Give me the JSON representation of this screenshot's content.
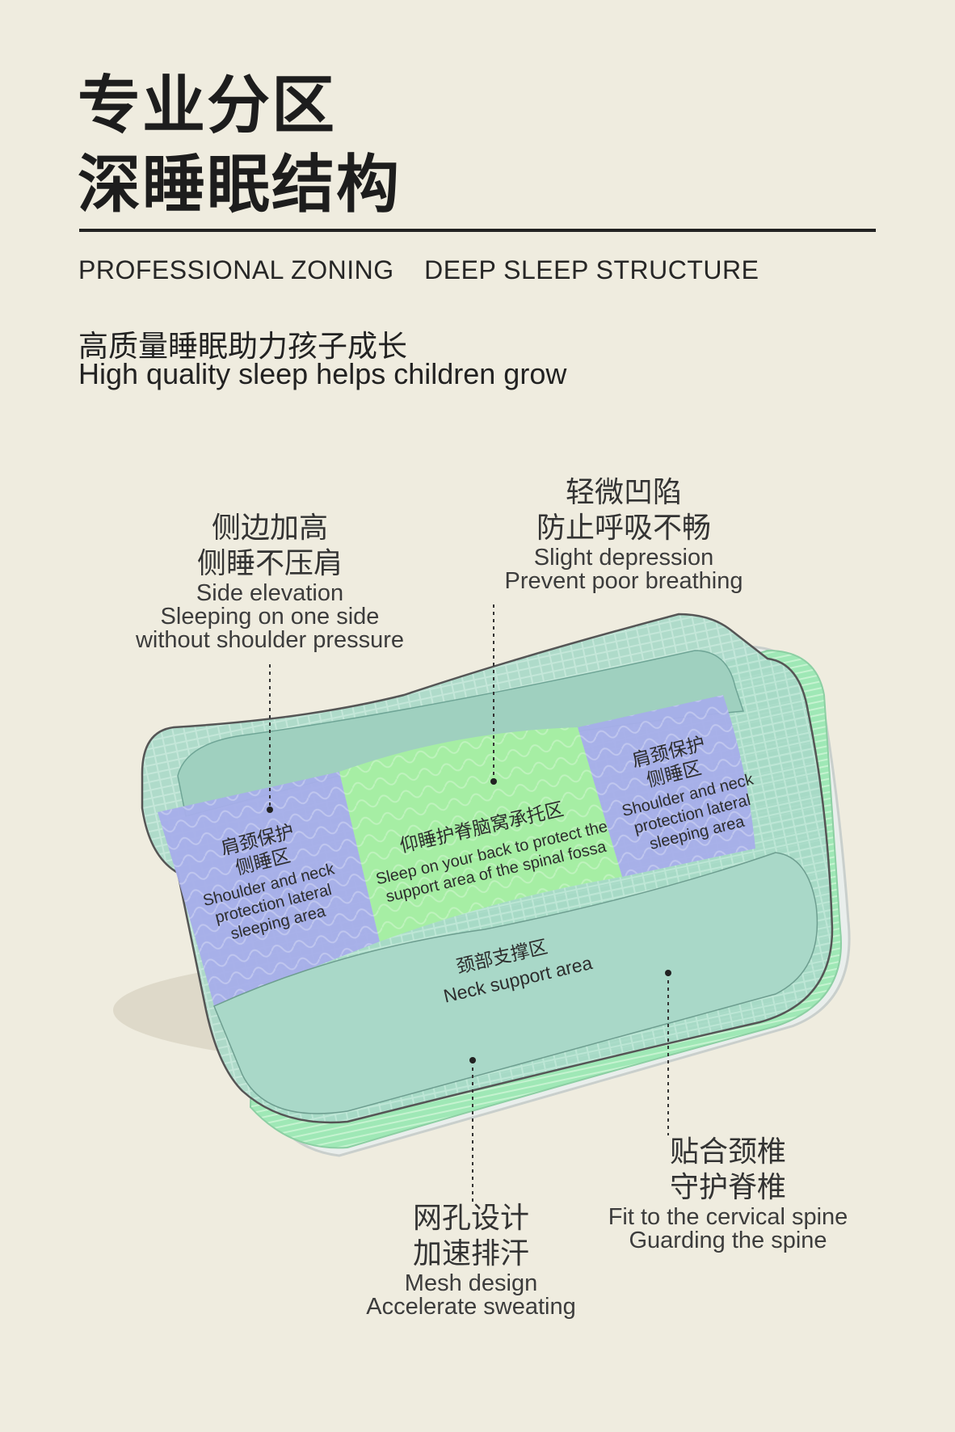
{
  "header": {
    "title_line1": "专业分区",
    "title_line2": "深睡眠结构",
    "subtitle_en": "PROFESSIONAL ZONING    DEEP SLEEP STRUCTURE",
    "tagline_cn": "高质量睡眠助力孩子成长",
    "tagline_en": "High quality sleep helps children grow"
  },
  "callouts": {
    "side_elevation": {
      "cn1": "侧边加高",
      "cn2": "侧睡不压肩",
      "en1": "Side elevation",
      "en2": "Sleeping on one side",
      "en3": "without shoulder pressure"
    },
    "slight_depression": {
      "cn1": "轻微凹陷",
      "cn2": "防止呼吸不畅",
      "en1": "Slight depression",
      "en2": "Prevent poor breathing"
    },
    "mesh_design": {
      "cn1": "网孔设计",
      "cn2": "加速排汗",
      "en1": "Mesh design",
      "en2": "Accelerate sweating"
    },
    "cervical_spine": {
      "cn1": "贴合颈椎",
      "cn2": "守护脊椎",
      "en1": "Fit to the cervical spine",
      "en2": "Guarding the spine"
    }
  },
  "zones": {
    "left_shoulder": {
      "cn1": "肩颈保护",
      "cn2": "侧睡区",
      "en1": "Shoulder and neck",
      "en2": "protection lateral",
      "en3": "sleeping area"
    },
    "right_shoulder": {
      "cn1": "肩颈保护",
      "cn2": "侧睡区",
      "en1": "Shoulder and neck",
      "en2": "protection lateral",
      "en3": "sleeping area"
    },
    "center": {
      "cn": "仰睡护脊脑窝承托区",
      "en1": "Sleep on your back to protect the",
      "en2": "support area of the spinal fossa"
    },
    "neck": {
      "cn": "颈部支撑区",
      "en": "Neck support area"
    }
  },
  "colors": {
    "background": "#efecdf",
    "pillow_outline_fill": "#a9d5c6",
    "shoulder_zone": "#a7aee9",
    "center_zone": "#a6eea4",
    "mesh_green": "#9fe6b8"
  }
}
